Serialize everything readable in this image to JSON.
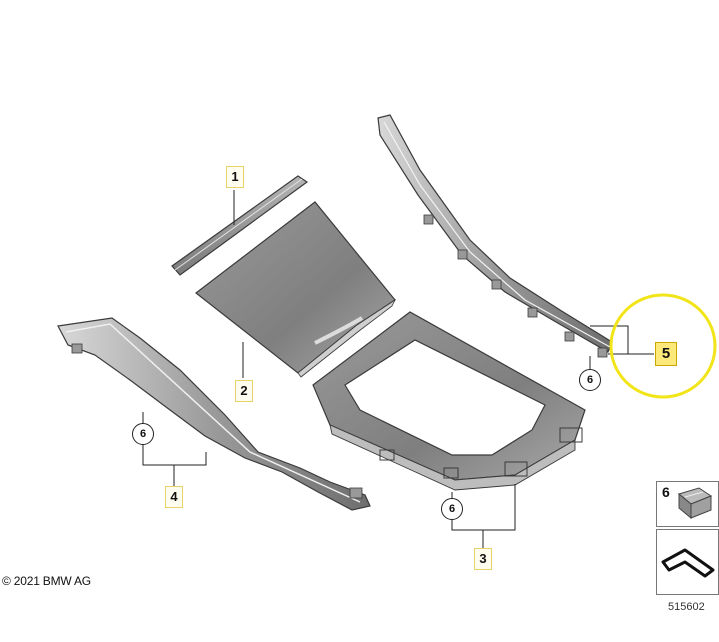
{
  "callouts": [
    "1",
    "2",
    "3",
    "4",
    "5"
  ],
  "fastener": "6",
  "legend": {
    "item": "6"
  },
  "copyright": "© 2021 BMW AG",
  "diagram_number": "515602",
  "colors": {
    "part_fill": "#8c8c8c",
    "part_edge": "#3a3a3a",
    "highlight_ring": "#f1e51a",
    "callout_bg": "#fffdf0",
    "callout_highlight_bg": "#ffe97a"
  }
}
